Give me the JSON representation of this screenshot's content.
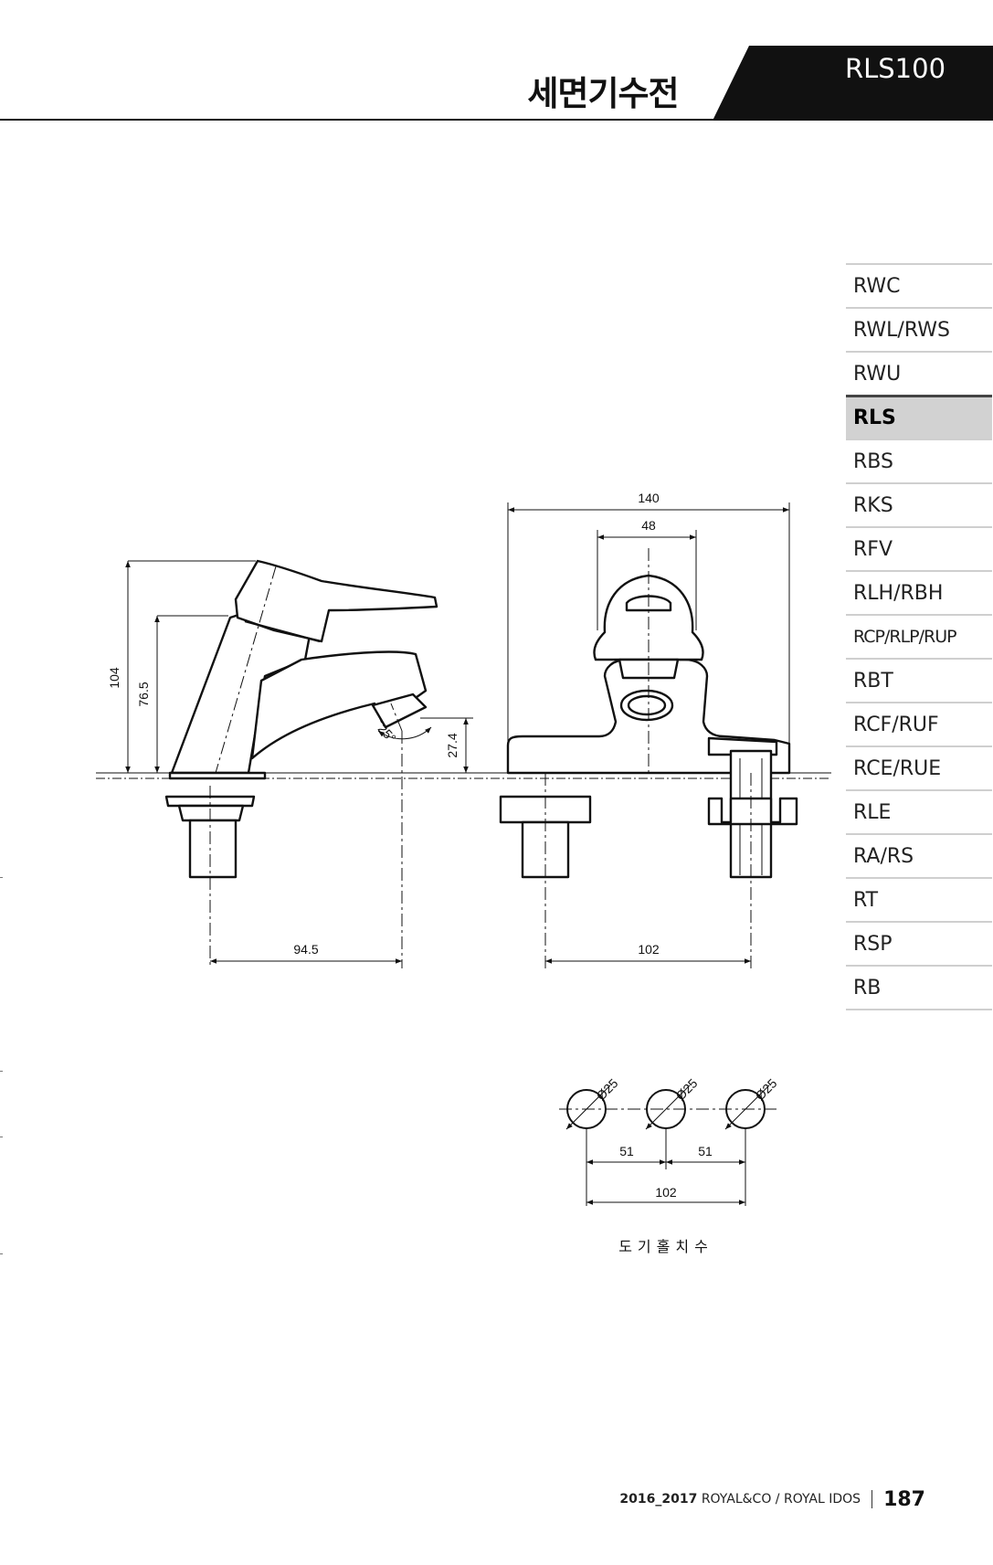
{
  "header": {
    "title": "세면기수전",
    "model_code": "RLS100"
  },
  "sidebar": {
    "items": [
      {
        "label": "RWC"
      },
      {
        "label": "RWL/RWS"
      },
      {
        "label": "RWU"
      },
      {
        "label": "RLS",
        "active": true
      },
      {
        "label": "RBS"
      },
      {
        "label": "RKS"
      },
      {
        "label": "RFV"
      },
      {
        "label": "RLH/RBH"
      },
      {
        "label": "RCP/RLP/RUP"
      },
      {
        "label": "RBT"
      },
      {
        "label": "RCF/RUF"
      },
      {
        "label": "RCE/RUE"
      },
      {
        "label": "RLE"
      },
      {
        "label": "RA/RS"
      },
      {
        "label": "RT"
      },
      {
        "label": "RSP"
      },
      {
        "label": "RB"
      }
    ]
  },
  "side_view": {
    "height_total": "104",
    "height_spout": "76.5",
    "angle": "25°",
    "spout_clearance": "27.4",
    "reach": "94.5"
  },
  "front_view": {
    "width_total": "140",
    "width_handle": "48",
    "center_distance": "102"
  },
  "hole_layout": {
    "hole_diameter": "Ø25",
    "spacing_left": "51",
    "spacing_right": "51",
    "total": "102",
    "caption": "도기홀치수"
  },
  "footer": {
    "years": "2016_2017",
    "brand": "ROYAL&CO / ROYAL IDOS",
    "page_number": "187"
  }
}
